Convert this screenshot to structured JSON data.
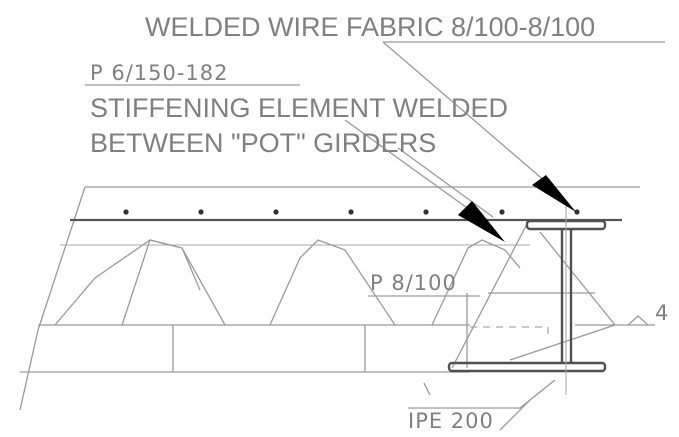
{
  "labels": {
    "mesh": "WELDED WIRE FABRIC 8/100-8/100",
    "bar_p6": "P  6/150-182",
    "stiffening_line1": "STIFFENING ELEMENT WELDED",
    "stiffening_line2": "BETWEEN \"POT\" GIRDERS",
    "bar_p8": "P  8/100",
    "weld_size": "4",
    "section": "IPE  200"
  }
}
